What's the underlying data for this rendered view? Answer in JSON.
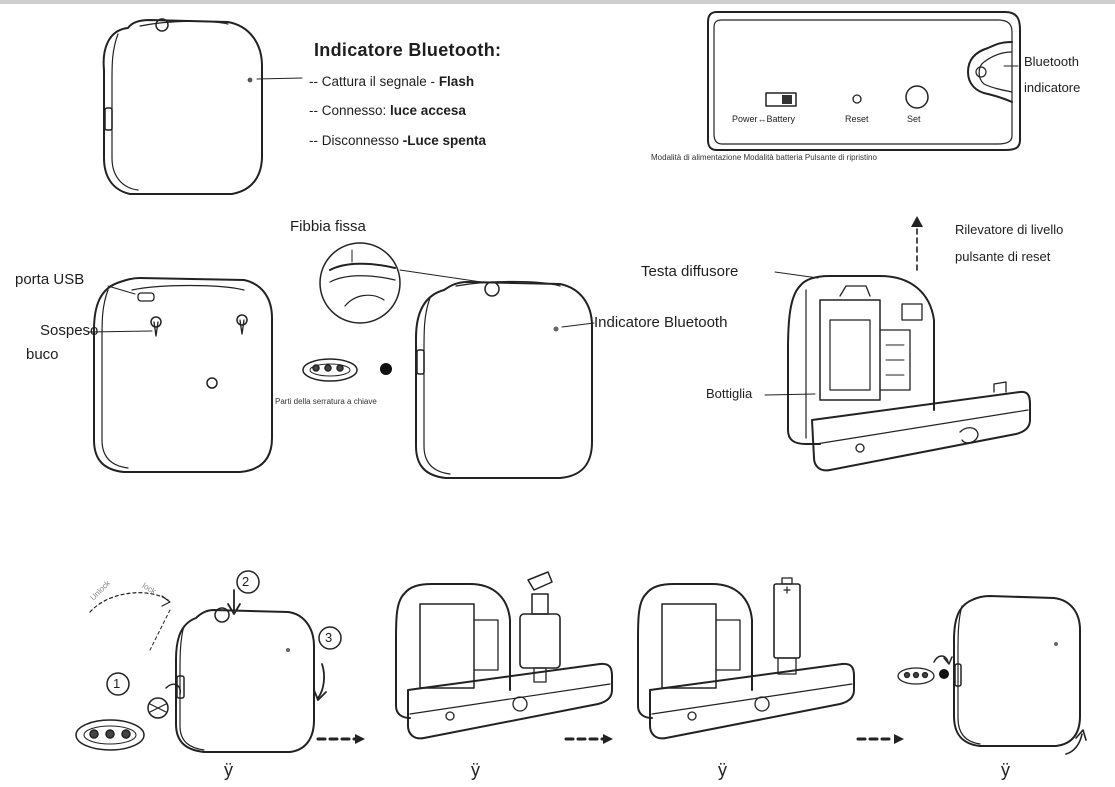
{
  "bt_legend": {
    "title": "Indicatore Bluetooth:",
    "line1_pre": "-- Cattura il segnale - ",
    "line1_bold": "Flash",
    "line2_pre": "-- Connesso: ",
    "line2_bold": "luce accesa",
    "line3_pre": "-- Disconnesso ",
    "line3_bold": "-Luce spenta"
  },
  "panel": {
    "switch_label": "Power↔Battery",
    "reset_label": "Reset",
    "set_label": "Set",
    "bt_label_1": "Bluetooth",
    "bt_label_2": "indicatore",
    "caption": "Modalità di alimentazione Modalità batteria Pulsante di ripristino"
  },
  "middle": {
    "usb": "porta USB",
    "hole_1": "Sospeso",
    "hole_2": "buco",
    "buckle": "Fibbia fissa",
    "bt_indicator": "Indicatore Bluetooth",
    "key_parts": "Parti della serratura a chiave",
    "diffuser_head": "Testa diffusore",
    "level_1": "Rilevatore di livello",
    "level_2": "pulsante di reset",
    "bottle": "Bottiglia"
  },
  "steps": {
    "n1": "1",
    "n2": "2",
    "n3": "3",
    "arc_1": "Unlock",
    "arc_2": "lock",
    "mark_1": "ÿ",
    "mark_2": "ÿ",
    "mark_3": "ÿ",
    "mark_4": "ÿ"
  }
}
